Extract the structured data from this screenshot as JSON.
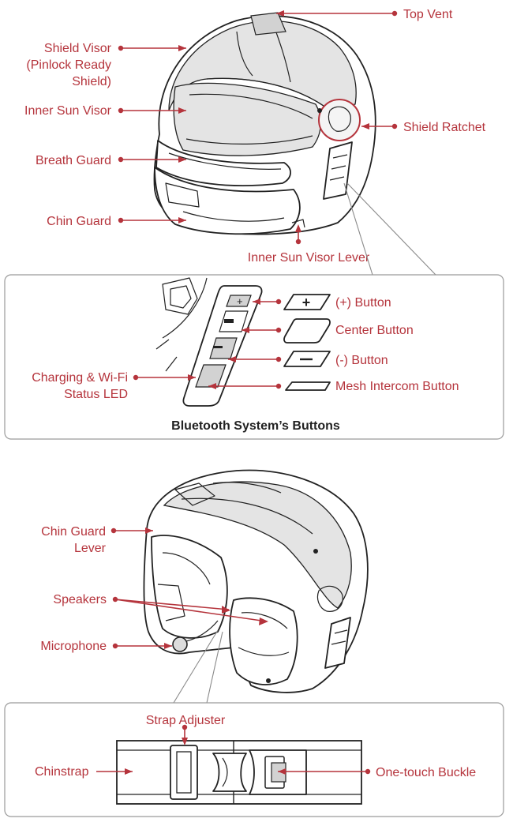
{
  "colors": {
    "accent": "#b5343c",
    "outline": "#222222",
    "visor_shade": "#e4e4e4",
    "panel_border": "#9a9a9a"
  },
  "top_labels": {
    "top_vent": "Top Vent",
    "shield_visor_1": "Shield Visor",
    "shield_visor_2": "(Pinlock Ready",
    "shield_visor_3": "Shield)",
    "inner_sun_visor": "Inner Sun Visor",
    "shield_ratchet": "Shield Ratchet",
    "breath_guard": "Breath Guard",
    "chin_guard": "Chin Guard",
    "inner_sun_visor_lever": "Inner Sun Visor Lever"
  },
  "buttons_panel": {
    "plus_button": "(+) Button",
    "center_button": "Center Button",
    "minus_button": "(-) Button",
    "mesh_intercom_button": "Mesh Intercom Button",
    "led_1": "Charging & Wi-Fi",
    "led_2": "Status LED",
    "caption": "Bluetooth System’s Buttons",
    "plus_symbol": "+",
    "minus_symbol": "–"
  },
  "bottom_labels": {
    "chin_guard_lever_1": "Chin Guard",
    "chin_guard_lever_2": "Lever",
    "speakers": "Speakers",
    "microphone": "Microphone"
  },
  "strap_panel": {
    "strap_adjuster": "Strap Adjuster",
    "chinstrap": "Chinstrap",
    "one_touch_buckle": "One-touch Buckle"
  }
}
